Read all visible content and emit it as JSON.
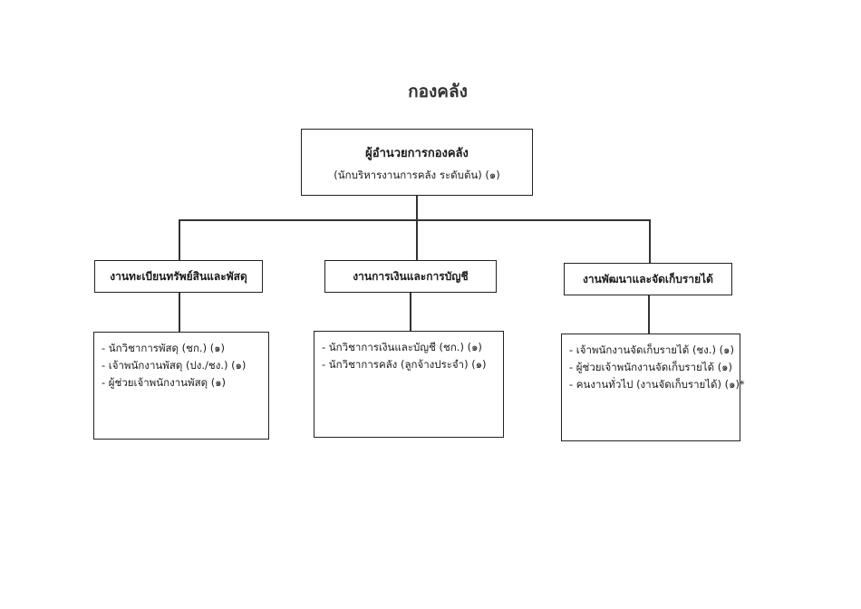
{
  "title": "กองคลัง",
  "head": {
    "title": "ผู้อำนวยการกองคลัง",
    "subtitle": "(นักบริหารงานการคลัง ระดับต้น) (๑)"
  },
  "sections": [
    {
      "label": "งานทะเบียนทรัพย์สินและพัสดุ",
      "items": [
        "- นักวิชาการพัสดุ (ชก.) (๑)",
        "- เจ้าพนักงานพัสดุ (ปง./ชง.) (๑)",
        "- ผู้ช่วยเจ้าพนักงานพัสดุ (๑)"
      ]
    },
    {
      "label": "งานการเงินและการบัญชี",
      "items": [
        "- นักวิชาการเงินและบัญชี (ชก.) (๑)",
        "- นักวิชาการคลัง (ลูกจ้างประจำ) (๑)"
      ]
    },
    {
      "label": "งานพัฒนาและจัดเก็บรายได้",
      "items": [
        "- เจ้าพนักงานจัดเก็บรายได้ (ชง.) (๑)",
        "- ผู้ช่วยเจ้าพนักงานจัดเก็บรายได้ (๑)",
        "- คนงานทั่วไป (งานจัดเก็บรายได้) (๑)*"
      ]
    }
  ]
}
